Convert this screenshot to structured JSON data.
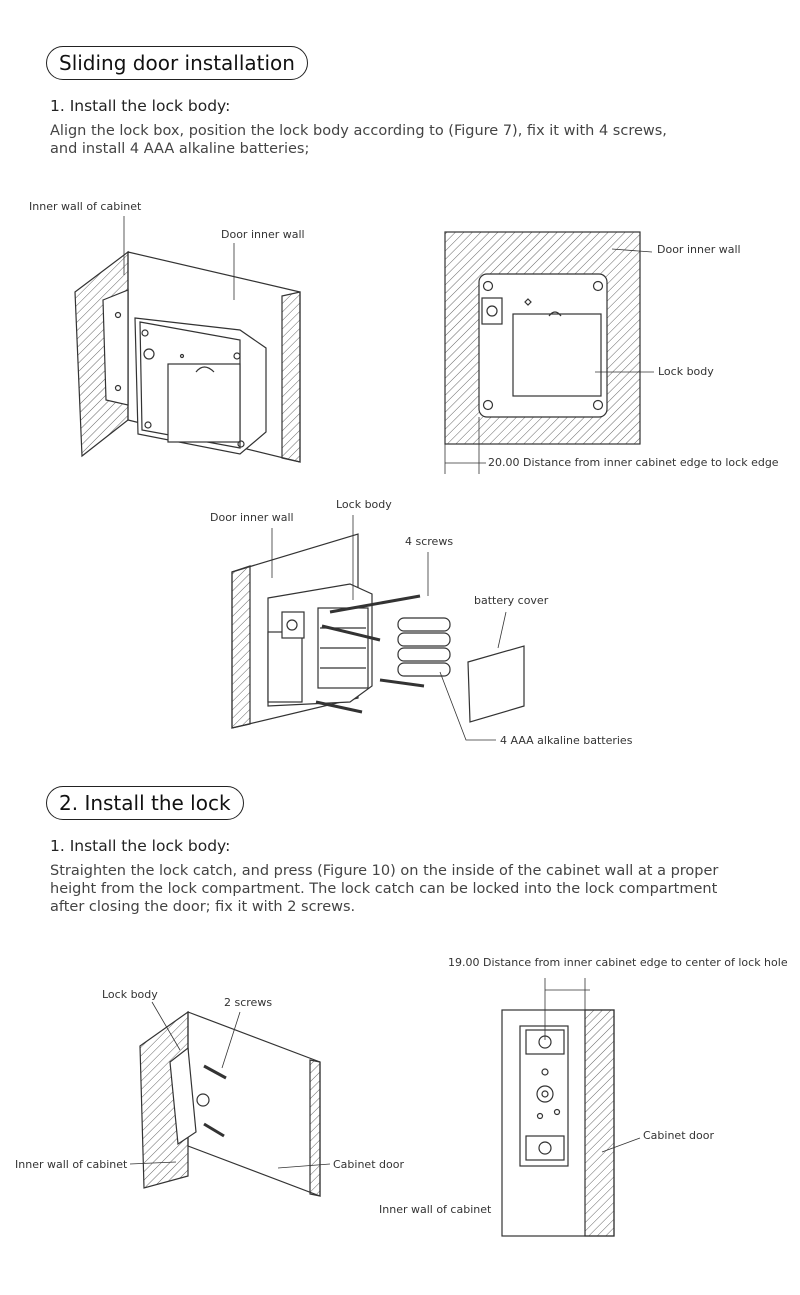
{
  "section1": {
    "title": "Sliding door installation",
    "step_heading": "1. Install the lock body:",
    "instruction": [
      "Align the lock box, position the lock body according to (Figure 7), fix it with 4 screws,",
      "and install 4 AAA alkaline batteries;"
    ],
    "fig_a": {
      "inner_wall": "Inner wall of cabinet",
      "door_inner_wall": "Door inner wall"
    },
    "fig_b": {
      "door_inner_wall": "Door inner wall",
      "lock_body": "Lock body",
      "distance": "20.00 Distance from inner cabinet edge to lock edge"
    },
    "fig_c": {
      "door_inner_wall": "Door inner wall",
      "lock_body": "Lock body",
      "screws": "4 screws",
      "battery_cover": "battery cover",
      "batteries": "4 AAA alkaline batteries"
    }
  },
  "section2": {
    "title": "2. Install the lock",
    "step_heading": "1. Install the lock body:",
    "instruction": [
      "Straighten the lock catch, and press (Figure 10) on the inside of the cabinet wall at a proper",
      "height from the lock compartment. The lock catch can be locked into the lock compartment",
      "after closing the door; fix it with 2 screws."
    ],
    "fig_d": {
      "lock_body": "Lock body",
      "screws": "2 screws",
      "inner_wall": "Inner wall of cabinet",
      "cabinet_door": "Cabinet door"
    },
    "fig_e": {
      "distance": "19.00 Distance from inner cabinet edge to center of lock hole",
      "cabinet_door": "Cabinet door",
      "inner_wall": "Inner wall of cabinet"
    }
  }
}
